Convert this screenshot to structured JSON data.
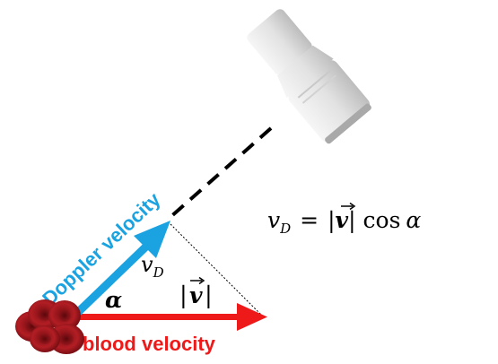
{
  "labels": {
    "doppler_velocity": "Doppler velocity",
    "blood_velocity": "blood velocity",
    "v_d": "v",
    "v_d_sub": "D",
    "v_vec_symbol": "v",
    "alpha": "α"
  },
  "equation": {
    "lhs_symbol": "v",
    "lhs_sub": "D",
    "equals": "=",
    "abs_open": "|",
    "vec_symbol": "v",
    "abs_close": "|",
    "func": "cos",
    "angle": "α"
  },
  "colors": {
    "doppler_blue": "#1aa3e0",
    "blood_red": "#ee1a1a",
    "cell_dark": "#6e0a10",
    "cell_mid": "#a51a20",
    "probe_light": "#e8e8e8",
    "probe_dark": "#b8b8b8",
    "text_black": "#000000"
  },
  "icons": {
    "probe": "ultrasound-probe-icon",
    "cells": "red-blood-cells-icon"
  }
}
